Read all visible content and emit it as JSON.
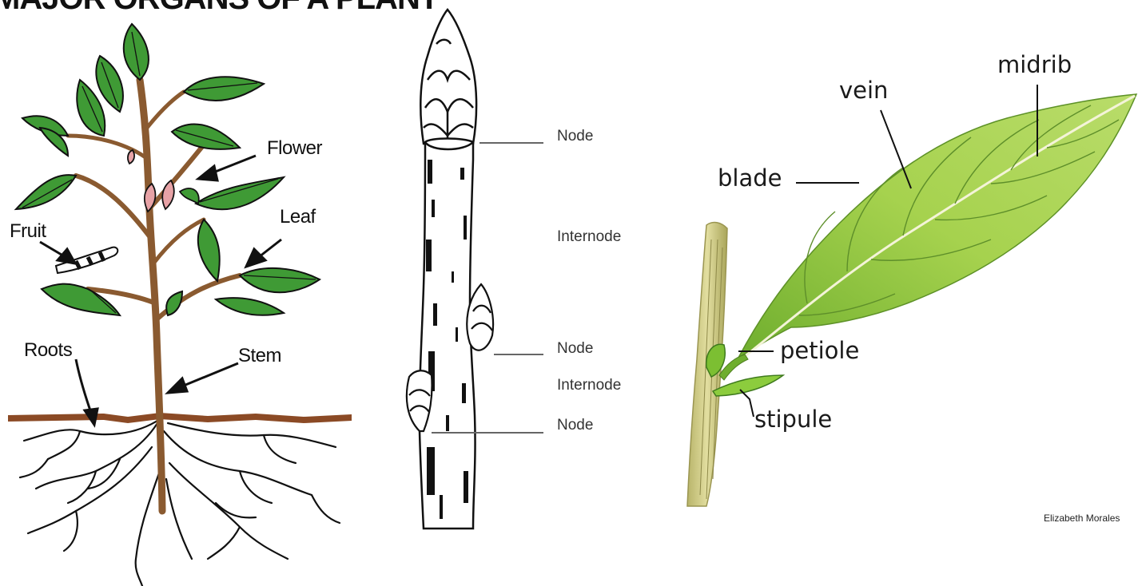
{
  "panel_plant": {
    "title": "MAJOR ORGANS OF A PLANT",
    "labels": {
      "flower": "Flower",
      "leaf": "Leaf",
      "fruit": "Fruit",
      "roots": "Roots",
      "stem": "Stem"
    },
    "colors": {
      "leaf": "#3f9a35",
      "stem": "#8a5a30",
      "soil": "#8b4a25",
      "flower": "#e7a2a6"
    }
  },
  "panel_stem": {
    "labels": {
      "node_top": "Node",
      "internode_top": "Internode",
      "node_mid": "Node",
      "internode_mid": "Internode",
      "node_bottom": "Node"
    }
  },
  "panel_leaf": {
    "labels": {
      "midrib": "midrib",
      "vein": "vein",
      "blade": "blade",
      "petiole": "petiole",
      "stipule": "stipule"
    },
    "credit": "Elizabeth Morales",
    "colors": {
      "blade": "#8dc63f",
      "blade_light": "#c9e27a",
      "stem": "#c9c47a"
    }
  }
}
